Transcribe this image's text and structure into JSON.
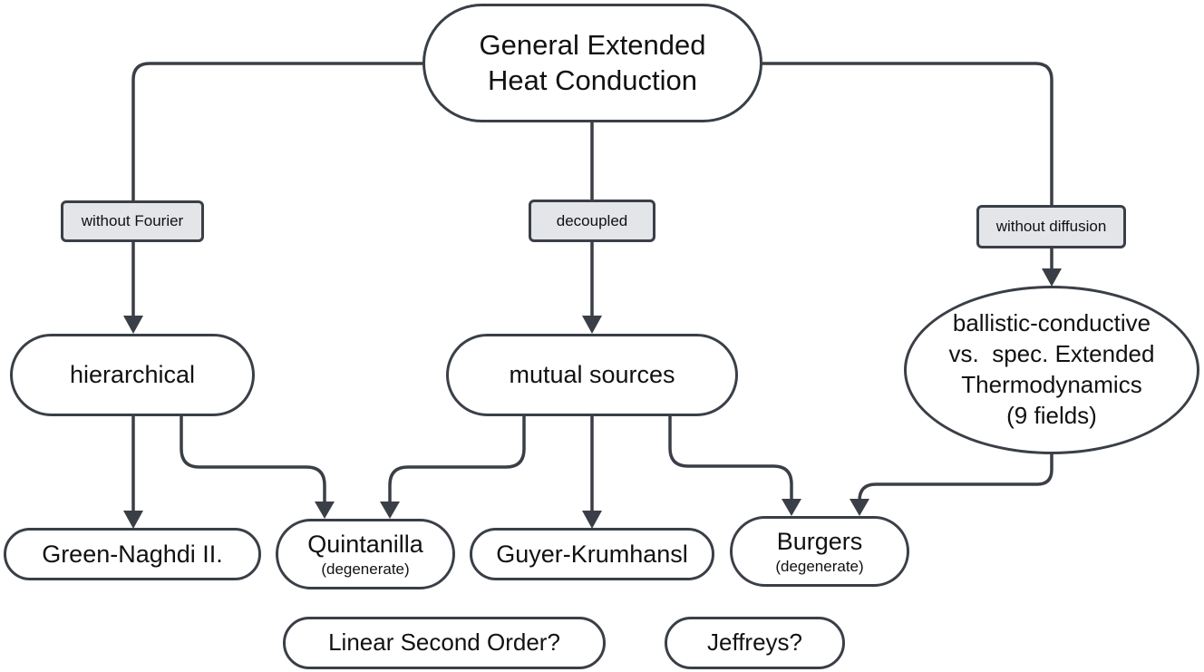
{
  "colors": {
    "stroke": "#3a3f47",
    "label_fill": "#e3e5e9",
    "node_fill": "#ffffff"
  },
  "nodes": {
    "root": {
      "lines": [
        "General Extended",
        "Heat Conduction"
      ]
    },
    "hierarchical": {
      "text": "hierarchical"
    },
    "mutual_sources": {
      "text": "mutual sources"
    },
    "ballistic": {
      "lines": [
        "ballistic-conductive",
        "vs.  spec. Extended",
        "Thermodynamics",
        "(9 fields)"
      ]
    },
    "green_naghdi": {
      "text": "Green-Naghdi II."
    },
    "quintanilla": {
      "text": "Quintanilla",
      "sub": "(degenerate)"
    },
    "guyer_krumhansl": {
      "text": "Guyer-Krumhansl"
    },
    "burgers": {
      "text": "Burgers",
      "sub": "(degenerate)"
    },
    "linear_second_order": {
      "text": "Linear Second Order?"
    },
    "jeffreys": {
      "text": "Jeffreys?"
    }
  },
  "edge_labels": {
    "without_fourier": "without Fourier",
    "decoupled": "decoupled",
    "without_diffusion": "without diffusion"
  },
  "edges": [
    {
      "from": "root",
      "to": "hierarchical",
      "label": "without Fourier"
    },
    {
      "from": "root",
      "to": "mutual_sources",
      "label": "decoupled"
    },
    {
      "from": "root",
      "to": "ballistic",
      "label": "without diffusion"
    },
    {
      "from": "hierarchical",
      "to": "green_naghdi"
    },
    {
      "from": "hierarchical",
      "to": "quintanilla"
    },
    {
      "from": "mutual_sources",
      "to": "quintanilla"
    },
    {
      "from": "mutual_sources",
      "to": "guyer_krumhansl"
    },
    {
      "from": "mutual_sources",
      "to": "burgers"
    },
    {
      "from": "ballistic",
      "to": "burgers"
    }
  ]
}
